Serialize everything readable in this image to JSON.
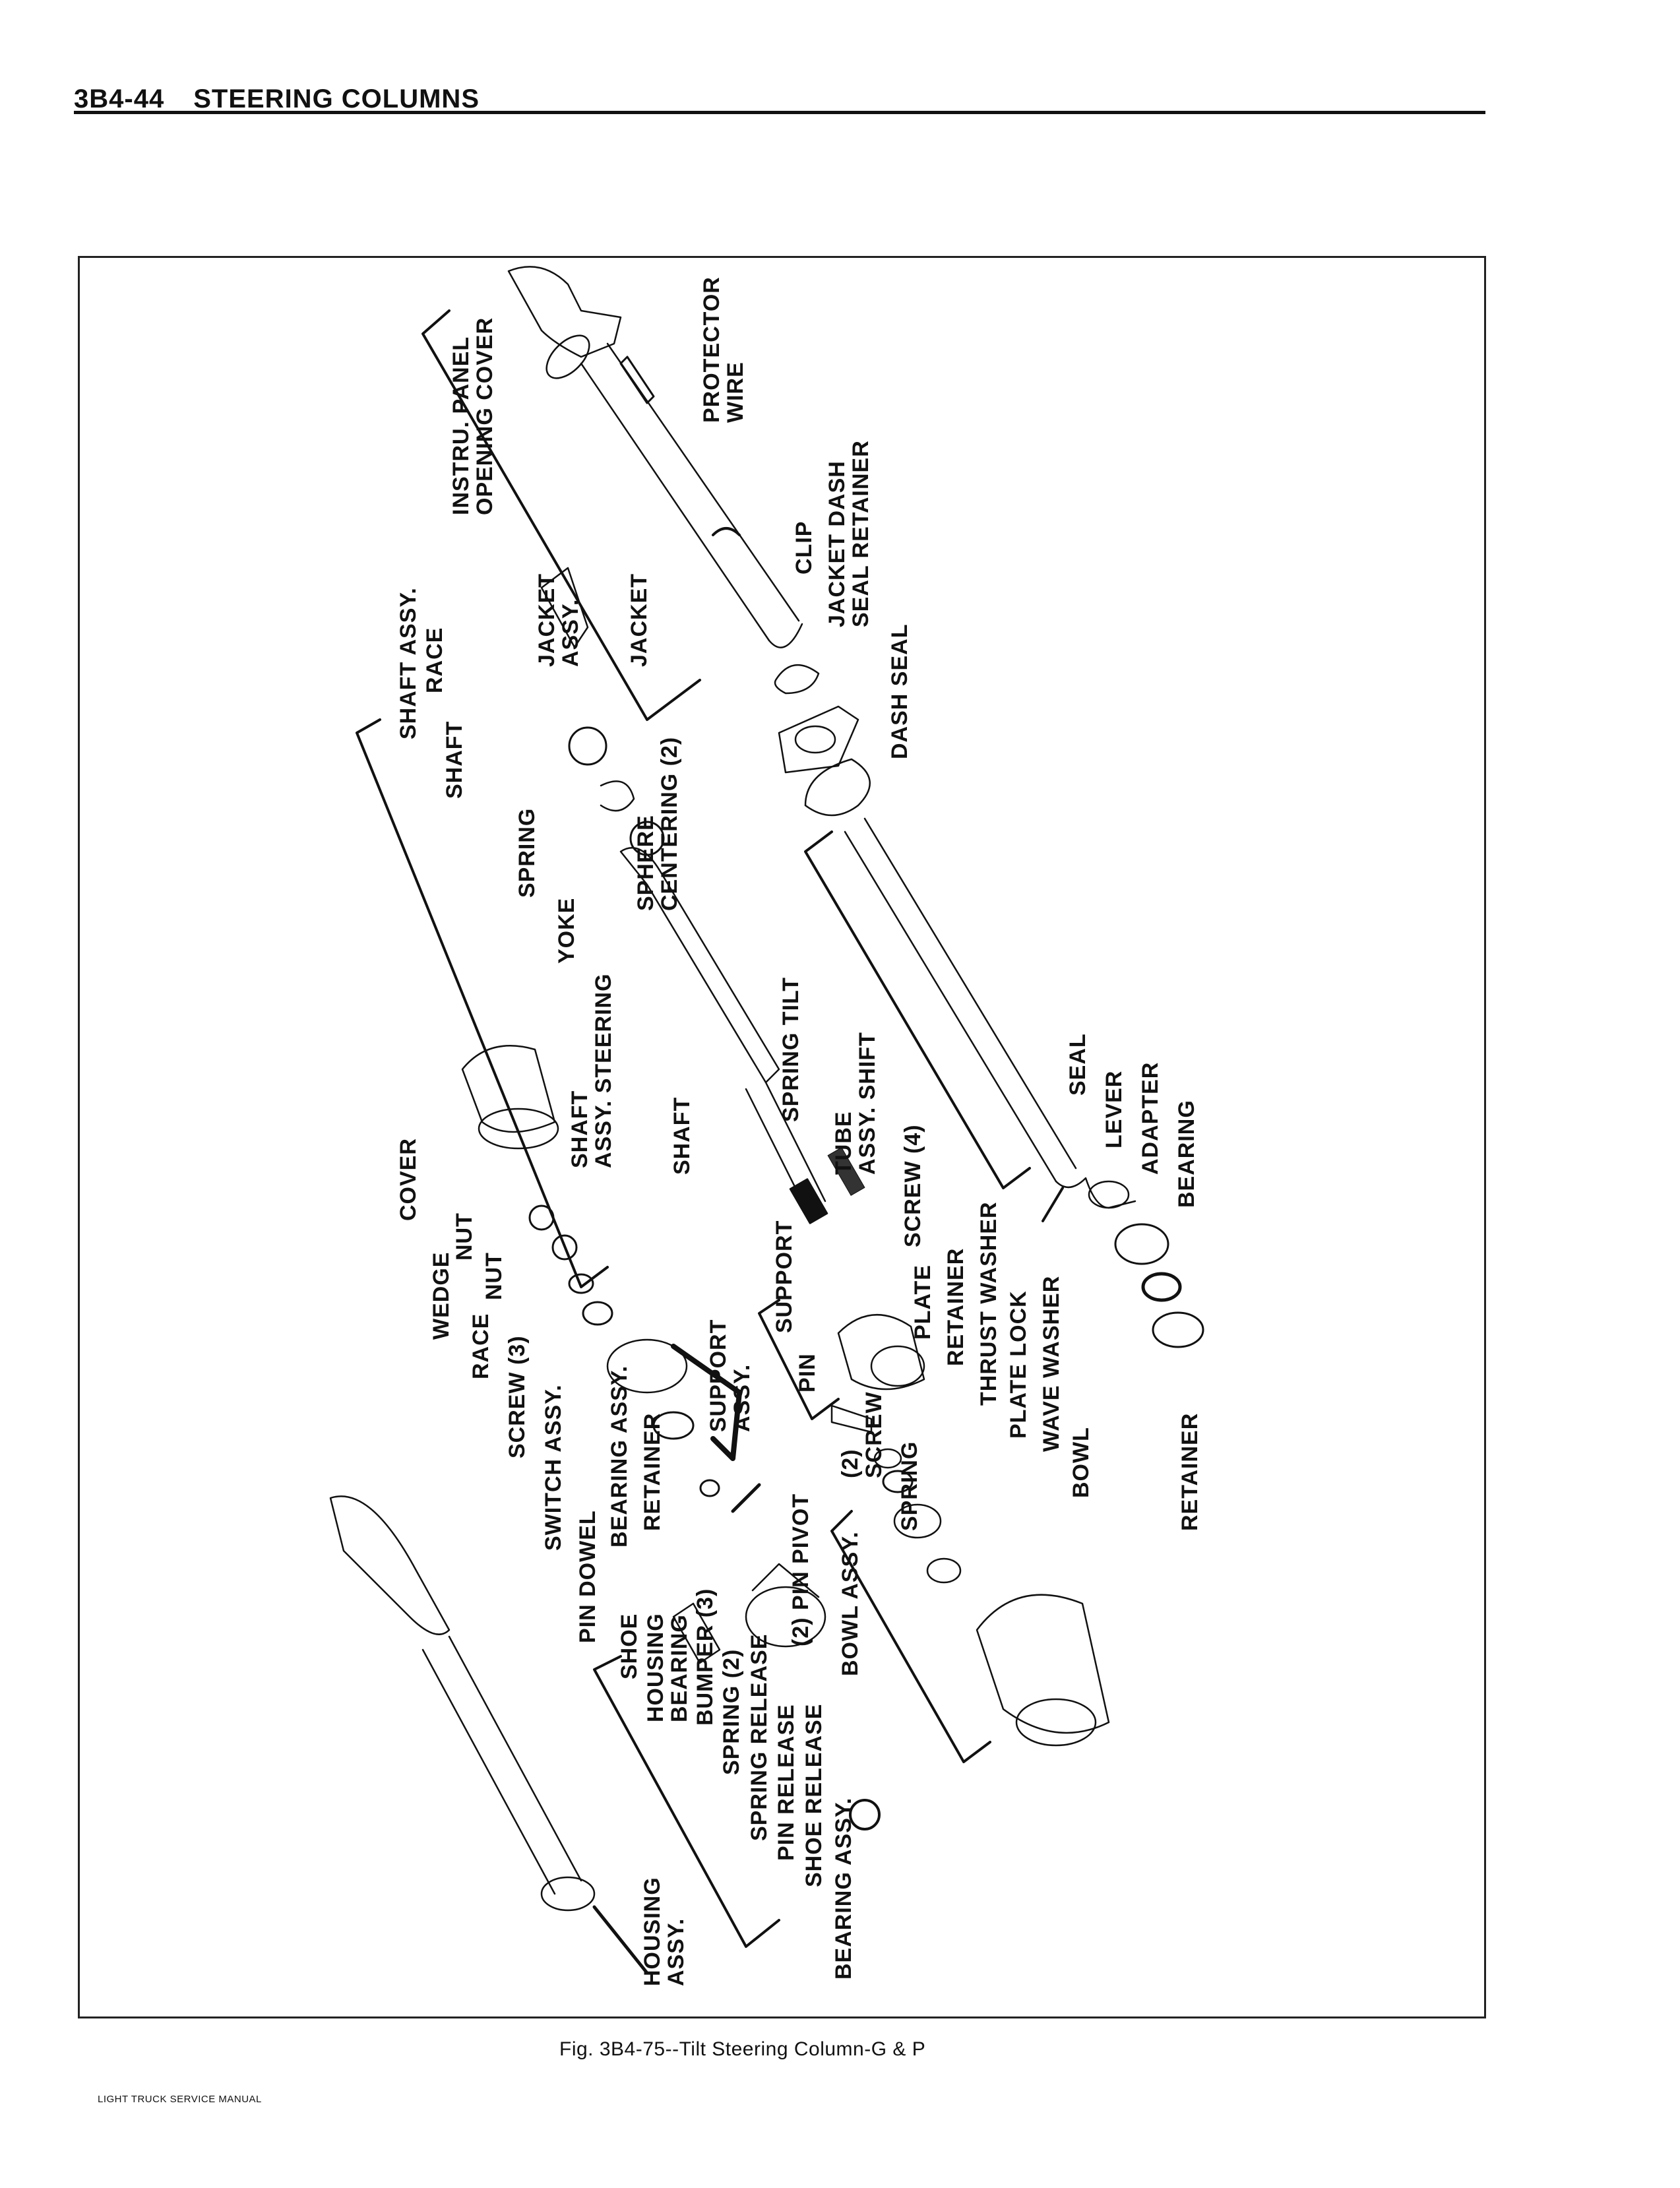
{
  "header": {
    "page_number": "3B4-44",
    "section_title": "STEERING COLUMNS"
  },
  "figure": {
    "caption": "Fig. 3B4-75--Tilt Steering Column-G & P",
    "labels": {
      "protector_wire": [
        "PROTECTOR",
        "WIRE"
      ],
      "instru_panel_opening_cover": [
        "INSTRU. PANEL",
        "OPENING COVER"
      ],
      "jacket_assy": [
        "JACKET",
        "ASSY."
      ],
      "jacket": "JACKET",
      "clip": "CLIP",
      "jacket_dash_seal_retainer": [
        "JACKET DASH",
        "SEAL RETAINER"
      ],
      "dash_seal": "DASH SEAL",
      "shaft_assy": "SHAFT ASSY.",
      "race_top": "RACE",
      "shaft_top": "SHAFT",
      "sphere_centering": [
        "SPHERE",
        "CENTERING (2)"
      ],
      "spring_top": "SPRING",
      "yoke": "YOKE",
      "shaft_assy_steering": [
        "SHAFT",
        "ASSY. STEERING"
      ],
      "shaft_mid": "SHAFT",
      "spring_tilt": "SPRING TILT",
      "tube_assy_shift": [
        "TUBE",
        "ASSY. SHIFT"
      ],
      "seal": "SEAL",
      "lever": "LEVER",
      "adapter": "ADAPTER",
      "bearing": "BEARING",
      "retainer_right": "RETAINER",
      "cover": "COVER",
      "nut_1": "NUT",
      "nut_2": "NUT",
      "wedge": "WEDGE",
      "race": "RACE",
      "screw_3": "SCREW (3)",
      "switch_assy": "SWITCH ASSY.",
      "bearing_assy_upper": "BEARING ASSY.",
      "retainer_left": "RETAINER",
      "pin_dowel": "PIN DOWEL",
      "support_assy": [
        "SUPPORT",
        "ASSY."
      ],
      "support": "SUPPORT",
      "screw_4": "SCREW (4)",
      "pin": "PIN",
      "plate": "PLATE",
      "retainer_mid": "RETAINER",
      "thrust_washer": "THRUST WASHER",
      "plate_lock": "PLATE LOCK",
      "wave_washer": "WAVE WASHER",
      "screw_2": [
        "(2)",
        "SCREW"
      ],
      "spring_bowl": "SPRING",
      "bowl": "BOWL",
      "bowl_assy": "BOWL ASSY.",
      "pin_pivot": "(2) PIN PIVOT",
      "shoe": "SHOE",
      "housing_bearing": [
        "HOUSING",
        "BEARING"
      ],
      "bumper_3": "BUMPER (3)",
      "spring_2": "SPRING (2)",
      "spring_release": "SPRING RELEASE",
      "pin_release": "PIN RELEASE",
      "shoe_release": "SHOE RELEASE",
      "bearing_assy_lower": "BEARING ASSY.",
      "housing_assy": [
        "HOUSING",
        "ASSY."
      ]
    }
  },
  "footer": {
    "manual_title": "LIGHT TRUCK SERVICE MANUAL"
  }
}
